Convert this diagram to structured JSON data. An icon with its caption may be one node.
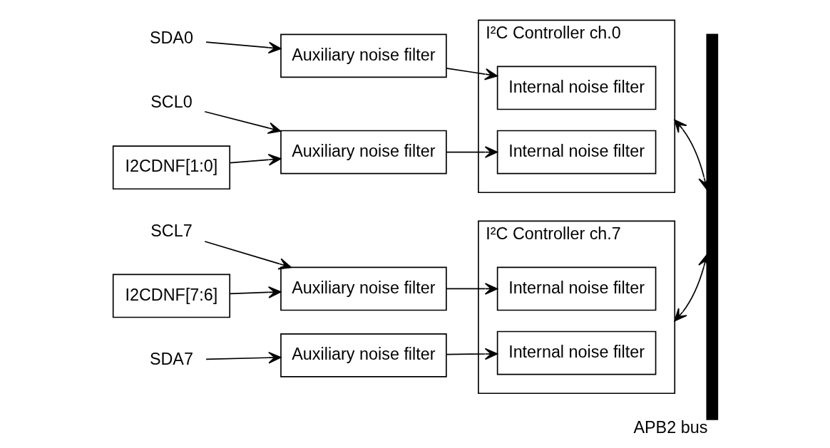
{
  "diagram": {
    "nodes": [
      {
        "text": [
          "SDA0"
        ]
      },
      {
        "text": [
          "SCL0"
        ]
      },
      {
        "text": [
          "Auxiliary noise filter"
        ]
      },
      {
        "text": [
          "Auxiliary noise filter"
        ]
      },
      {
        "text": [
          "I2CDNF[1:0]"
        ]
      },
      {
        "text": [
          "I²C Controller ch.0"
        ]
      },
      {
        "text": [
          "Internal noise filter"
        ],
        "in": 5
      },
      {
        "text": [
          "Internal noise filter"
        ],
        "in": 5
      },
      {
        "text": [
          "SDA7"
        ]
      },
      {
        "text": [
          "SCL7"
        ]
      },
      {
        "text": [
          "Auxiliary noise filter"
        ]
      },
      {
        "text": [
          "Auxiliary noise filter"
        ]
      },
      {
        "text": [
          "I2CDNF[7:6]"
        ]
      },
      {
        "text": [
          "I²C Controller ch.7"
        ]
      },
      {
        "text": [
          "Internal noise filter"
        ],
        "in": 13
      },
      {
        "text": [
          "Internal noise filter"
        ],
        "in": 13
      },
      {
        "text": [],
        "shape": "bar",
        "beside": [
          "APB2 bus"
        ]
      }
    ],
    "edges": [
      {
        "from": 0,
        "to": 2,
        "arrow": "to"
      },
      {
        "from": 1,
        "to": 3,
        "arrow": "to"
      },
      {
        "from": 2,
        "to": 6,
        "arrow": "to"
      },
      {
        "from": 3,
        "to": 7,
        "arrow": "to"
      },
      {
        "from": 4,
        "to": 3,
        "arrow": "to"
      },
      {
        "from": 5,
        "to": 16,
        "arrow": "both"
      },
      {
        "from": 8,
        "to": 10,
        "arrow": "to"
      },
      {
        "from": 9,
        "to": 11,
        "arrow": "to"
      },
      {
        "from": 10,
        "to": 14,
        "arrow": "to"
      },
      {
        "from": 11,
        "to": 15,
        "arrow": "to"
      },
      {
        "from": 12,
        "to": 11,
        "arrow": "to"
      },
      {
        "from": 13,
        "to": 16,
        "arrow": "both"
      }
    ]
  }
}
